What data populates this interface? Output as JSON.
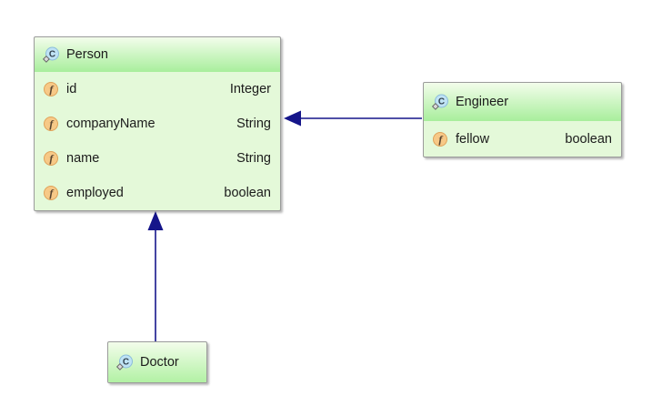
{
  "diagram": {
    "type": "uml-class-diagram",
    "background_color": "#ffffff",
    "arrow_color": "#15158a",
    "box_style": {
      "border_color": "#9b9b9b",
      "header_gradient_top": "#f3fdeb",
      "header_gradient_bottom": "#a8ee9c",
      "body_color": "#e4f9d9"
    },
    "icons": {
      "class_icon": {
        "glyph": "C",
        "circle_fill": "#bfe3f5",
        "circle_stroke": "#8bbcdb",
        "glyph_color": "#32424e",
        "marker": "diamond",
        "marker_fill": "#d9d9d9",
        "marker_stroke": "#666666"
      },
      "field_icon": {
        "glyph": "f",
        "circle_fill": "#f7c987",
        "circle_stroke": "#dfa259",
        "glyph_color": "#574430"
      }
    },
    "classes": [
      {
        "name": "Person",
        "fields": [
          {
            "name": "id",
            "type": "Integer"
          },
          {
            "name": "companyName",
            "type": "String"
          },
          {
            "name": "name",
            "type": "String"
          },
          {
            "name": "employed",
            "type": "boolean"
          }
        ]
      },
      {
        "name": "Engineer",
        "fields": [
          {
            "name": "fellow",
            "type": "boolean"
          }
        ]
      },
      {
        "name": "Doctor",
        "fields": []
      }
    ],
    "relations": [
      {
        "from": "Engineer",
        "to": "Person",
        "type": "inheritance"
      },
      {
        "from": "Doctor",
        "to": "Person",
        "type": "inheritance"
      }
    ]
  }
}
